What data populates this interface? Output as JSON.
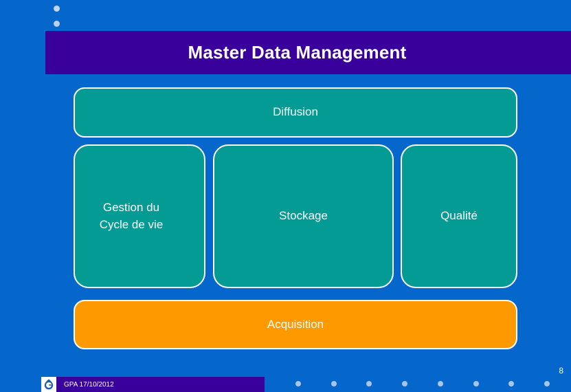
{
  "slide": {
    "title": "Master Data Management",
    "page_number": "8",
    "background_color": "#0566cc",
    "title_bar_color": "#3a009b"
  },
  "diagram": {
    "layers": [
      {
        "id": "diffusion",
        "label": "Diffusion",
        "color": "#039b94",
        "row": "top"
      },
      {
        "id": "lifecycle",
        "label": "Gestion du\nCycle de vie",
        "line1": "Gestion du",
        "line2": "Cycle de vie",
        "color": "#039b94",
        "row": "middle"
      },
      {
        "id": "stockage",
        "label": "Stockage",
        "color": "#039b94",
        "row": "middle"
      },
      {
        "id": "qualite",
        "label": "Qualité",
        "color": "#039b94",
        "row": "middle"
      },
      {
        "id": "acquisition",
        "label": "Acquisition",
        "color": "#ff9900",
        "row": "bottom"
      }
    ]
  },
  "footer": {
    "text": "GPA 17/10/2012",
    "logo_icon": "gpa-logo-icon",
    "bar_color": "#3a009b"
  },
  "decorations": {
    "top_bullets": [
      "bullet-dot",
      "bullet-dot",
      "bullet-dot"
    ],
    "bottom_dots_count": 8,
    "dot_color": "#a9c6e6"
  }
}
